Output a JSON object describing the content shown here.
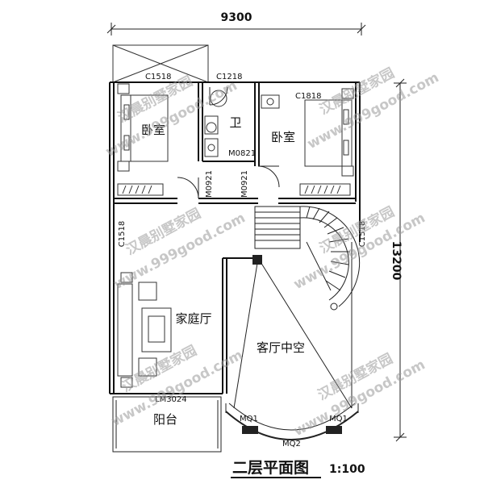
{
  "dimensions": {
    "width": "9300",
    "height": "13200"
  },
  "rooms": {
    "bedroom_left": "卧室",
    "bathroom": "卫",
    "bedroom_right": "卧室",
    "family_hall": "家庭厅",
    "living_void": "客厅中空",
    "balcony": "阳台"
  },
  "codes": {
    "c1518_top": "C1518",
    "c1218": "C1218",
    "c1818": "C1818",
    "c1518_left": "C1518",
    "c1518_right": "C1518",
    "m0821": "M0821",
    "m0921_a": "M0921",
    "m0921_b": "M0921",
    "lm3024": "LM3024",
    "mq1_left": "MQ1",
    "mq1_right": "MQ1",
    "mq2": "MQ2"
  },
  "title": {
    "name": "二层平面图",
    "scale": "1:100"
  },
  "watermark": {
    "brand": "汉晨别墅家园",
    "site": "www.999good.com"
  }
}
